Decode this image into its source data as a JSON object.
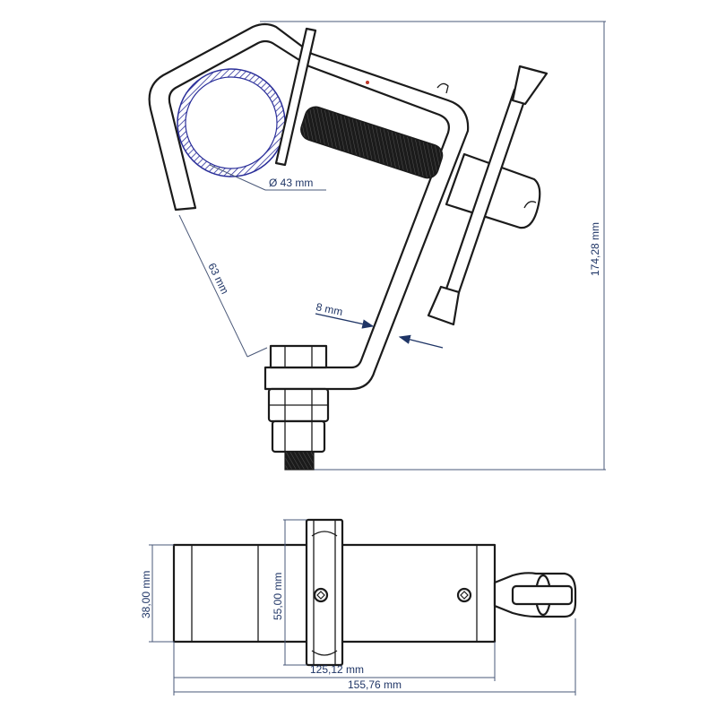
{
  "dimensions": {
    "pipe_diameter": "Ø 43 mm",
    "hook_span": "63 mm",
    "wall_thickness": "8 mm",
    "total_height": "174,28 mm",
    "body_width": "38,00 mm",
    "plate_height": "55,00 mm",
    "body_length": "125,12 mm",
    "total_length": "155,76 mm"
  },
  "colors": {
    "pipe_hatch": "#2b2f9a",
    "dimension": "#1f3566",
    "outline": "#1b1b1b",
    "thread": "#1b1b1b"
  }
}
